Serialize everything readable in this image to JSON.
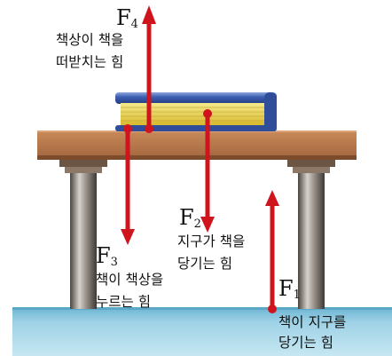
{
  "forces": {
    "f4": {
      "symbol": "F",
      "index": "4",
      "desc1": "책상이 책을",
      "desc2": "떠받치는 힘"
    },
    "f2": {
      "symbol": "F",
      "index": "2",
      "desc1": "지구가 책을",
      "desc2": "당기는 힘"
    },
    "f3": {
      "symbol": "F",
      "index": "3",
      "desc1": "책이 책상을",
      "desc2": "누르는 힘"
    },
    "f1": {
      "symbol": "F",
      "index": "1",
      "desc1": "책이 지구를",
      "desc2": "당기는 힘"
    }
  },
  "colors": {
    "arrow": "#d0141e",
    "table_top": "#b7774a",
    "ground": "#8fcbe2",
    "book_cover": "#3d5fb2",
    "book_pages": "#e8d44a"
  }
}
